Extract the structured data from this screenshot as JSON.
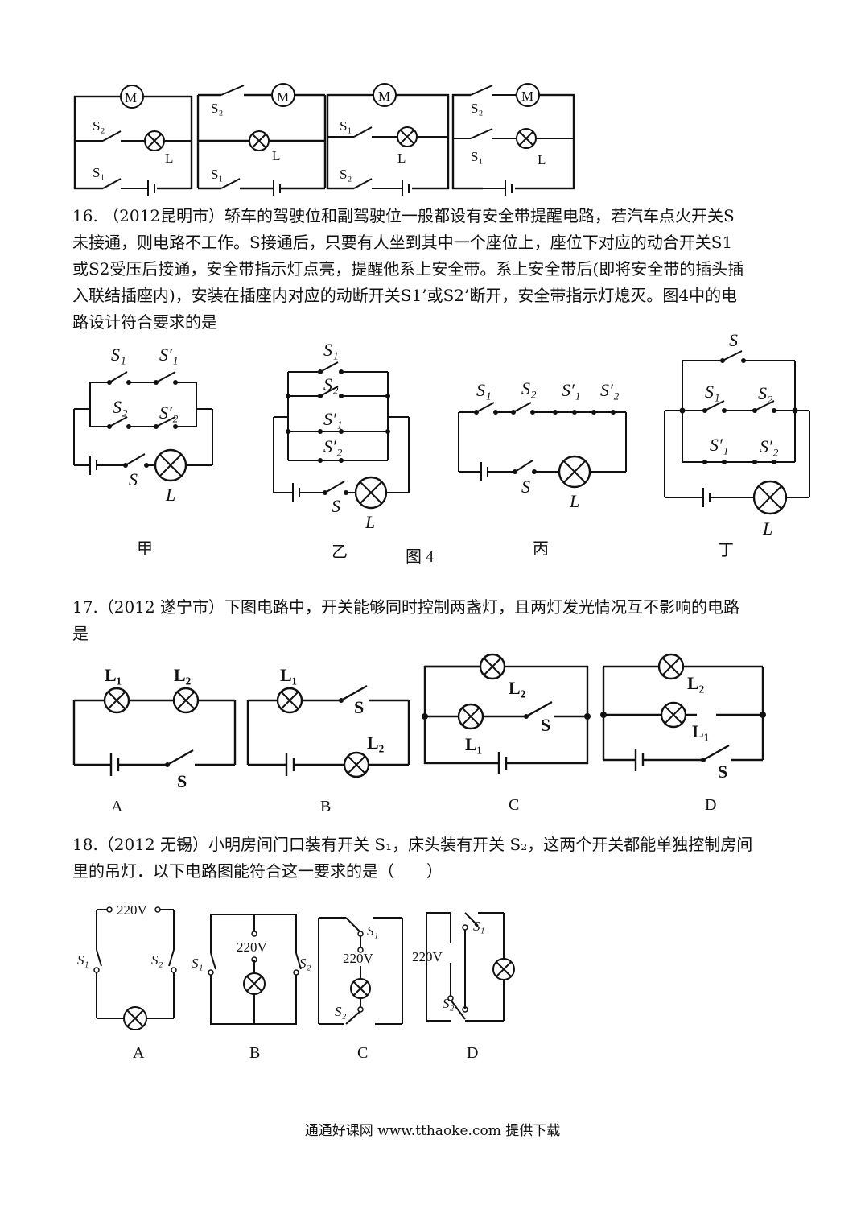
{
  "q16": {
    "lines": [
      "16. （2012昆明市）轿车的驾驶位和副驾驶位一般都设有安全带提醒电路，若汽车点火开关S",
      "未接通，则电路不工作。S接通后，只要有人坐到其中一个座位上，座位下对应的动合开关S1",
      "或S2受压后接通，安全带指示灯点亮，提醒他系上安全带。系上安全带后(即将安全带的插头插",
      "入联结插座内)，安装在插座内对应的动断开关S1’或S2’断开，安全带指示灯熄灭。图4中的电",
      "路设计符合要求的是"
    ],
    "figure_label": "图 4",
    "captions": [
      "甲",
      "乙",
      "丙",
      "丁"
    ]
  },
  "q17": {
    "lines": [
      "17.（2012 遂宁市）下图电路中，开关能够同时控制两盏灯，且两灯发光情况互不影响的电路",
      "是"
    ],
    "captions": [
      "A",
      "B",
      "C",
      "D"
    ]
  },
  "q18": {
    "lines": [
      "18.（2012 无锡）小明房间门口装有开关 S₁，床头装有开关 S₂，这两个开关都能单独控制房间",
      "里的吊灯．以下电路图能符合这一要求的是（　　）"
    ],
    "captions": [
      "A",
      "B",
      "C",
      "D"
    ]
  },
  "labels": {
    "m": "M",
    "l": "L",
    "s": "S",
    "s1": "S₁",
    "s2": "S₂",
    "s1p": "S′₁",
    "s2p": "S′₂",
    "l1": "L₁",
    "l2": "L₂",
    "v220": "220V"
  },
  "footer": "通通好课网  www.tthaoke.com  提供下载"
}
